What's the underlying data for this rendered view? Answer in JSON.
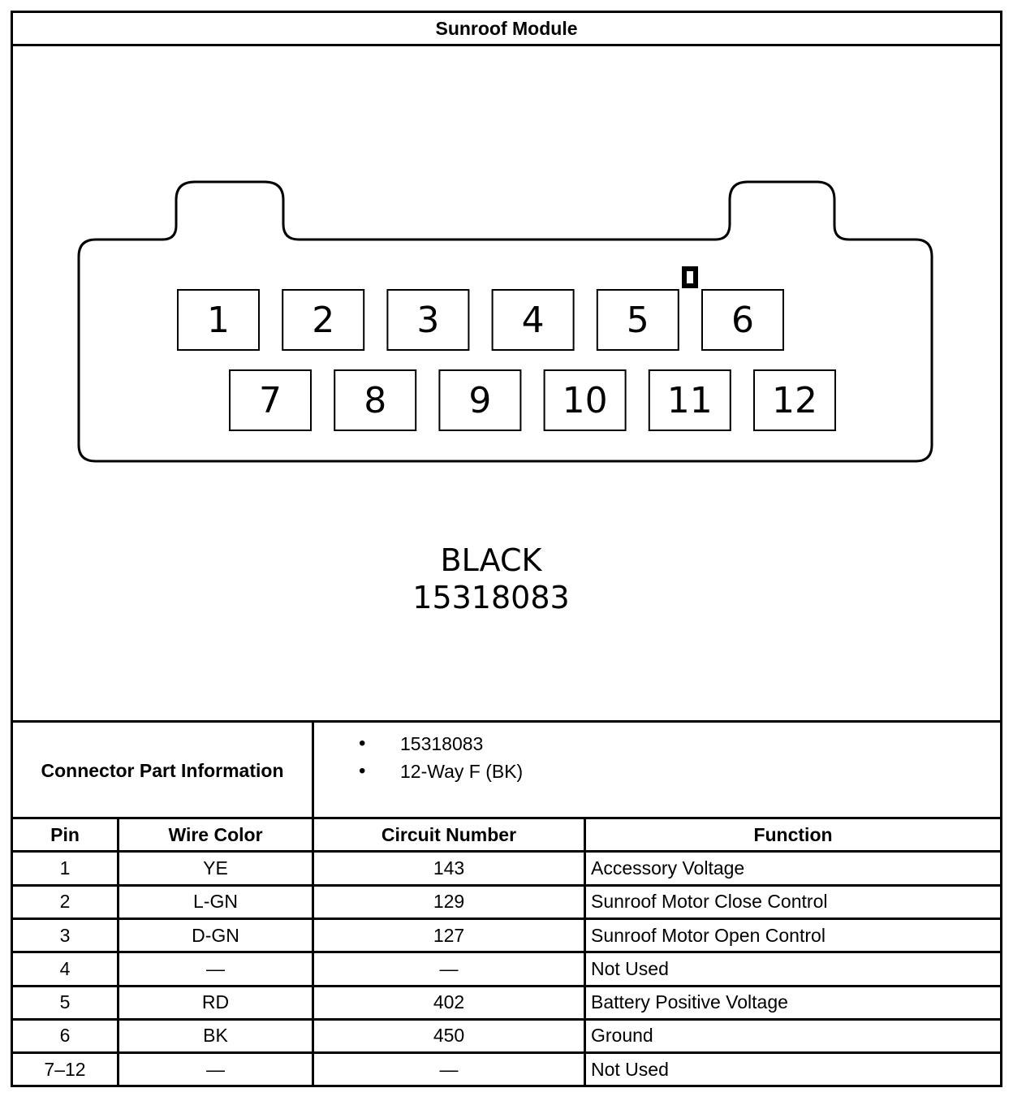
{
  "title": "Sunroof Module",
  "connector": {
    "color_label": "BLACK",
    "part_number": "15318083",
    "row1_pins": [
      "1",
      "2",
      "3",
      "4",
      "5",
      "6"
    ],
    "row2_pins": [
      "7",
      "8",
      "9",
      "10",
      "11",
      "12"
    ]
  },
  "part_info": {
    "label": "Connector Part Information",
    "items": [
      "15318083",
      "12-Way F (BK)"
    ]
  },
  "table": {
    "headers": [
      "Pin",
      "Wire Color",
      "Circuit Number",
      "Function"
    ],
    "rows": [
      [
        "1",
        "YE",
        "143",
        "Accessory Voltage"
      ],
      [
        "2",
        "L-GN",
        "129",
        "Sunroof Motor Close Control"
      ],
      [
        "3",
        "D-GN",
        "127",
        "Sunroof Motor Open Control"
      ],
      [
        "4",
        "—",
        "—",
        "Not Used"
      ],
      [
        "5",
        "RD",
        "402",
        "Battery Positive Voltage"
      ],
      [
        "6",
        "BK",
        "450",
        "Ground"
      ],
      [
        "7–12",
        "—",
        "—",
        "Not Used"
      ]
    ]
  }
}
